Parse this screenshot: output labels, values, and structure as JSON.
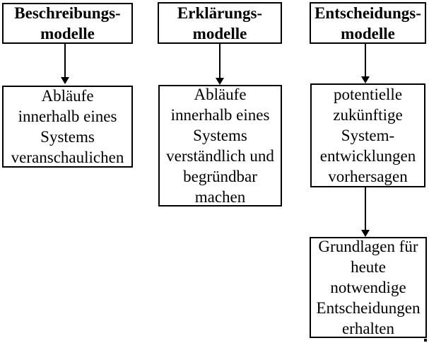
{
  "columns": [
    {
      "header": "Beschreibungs-\nmodelle",
      "body": "Abläufe\ninnerhalb eines\nSystems\nveranschaulichen"
    },
    {
      "header": "Erklärungs-\nmodelle",
      "body": "Abläufe\ninnerhalb eines\nSystems\nverständlich und\nbegründbar\nmachen"
    },
    {
      "header": "Entscheidungs-\nmodelle",
      "body": "potentielle\nzukünftige\nSystem-\nentwicklungen\nvorhersagen",
      "body2": "Grundlagen für\nheute\nnotwendige\nEntscheidungen\nerhalten"
    }
  ],
  "colors": {
    "border": "#000000",
    "text": "#000000",
    "background": "#ffffff"
  }
}
